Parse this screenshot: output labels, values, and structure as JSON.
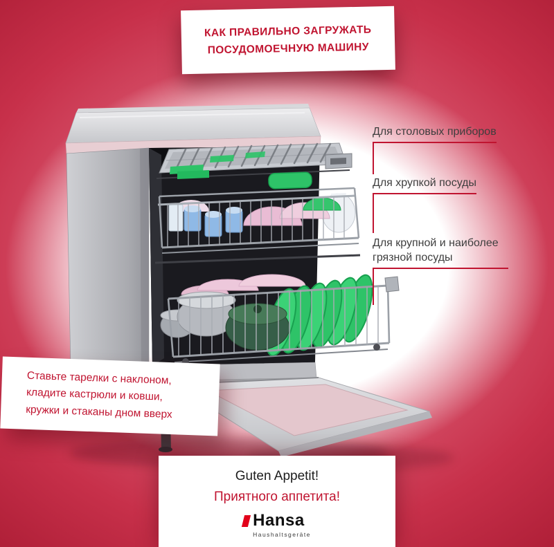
{
  "header": {
    "title_line1": "КАК ПРАВИЛЬНО ЗАГРУЖАТЬ",
    "title_line2": "ПОСУДОМОЕЧНУЮ МАШИНУ"
  },
  "annotations": [
    {
      "label": "Для столовых приборов"
    },
    {
      "label": "Для хрупкой посуды"
    },
    {
      "label": "Для крупной и наиболее грязной посуды"
    }
  ],
  "tip": {
    "line1": "Ставьте тарелки с наклоном,",
    "line2": "кладите кастрюли и ковши,",
    "line3": "кружки и стаканы дном вверх"
  },
  "footer": {
    "greeting_de": "Guten Appetit!",
    "greeting_ru": "Приятного аппетита!",
    "brand": "Hansa",
    "brand_subtitle": "Haushaltsgeräte"
  },
  "colors": {
    "accent_red": "#c01430",
    "background_dark_red": "#5e0c18",
    "brand_red": "#e2001a",
    "annotation_text": "#3e3e3e"
  },
  "illustration": {
    "name": "dishwasher-cutaway",
    "parts": [
      "cutlery-tray",
      "upper-rack-fragile-dishes",
      "lower-rack-large-dishes",
      "open-door"
    ]
  }
}
